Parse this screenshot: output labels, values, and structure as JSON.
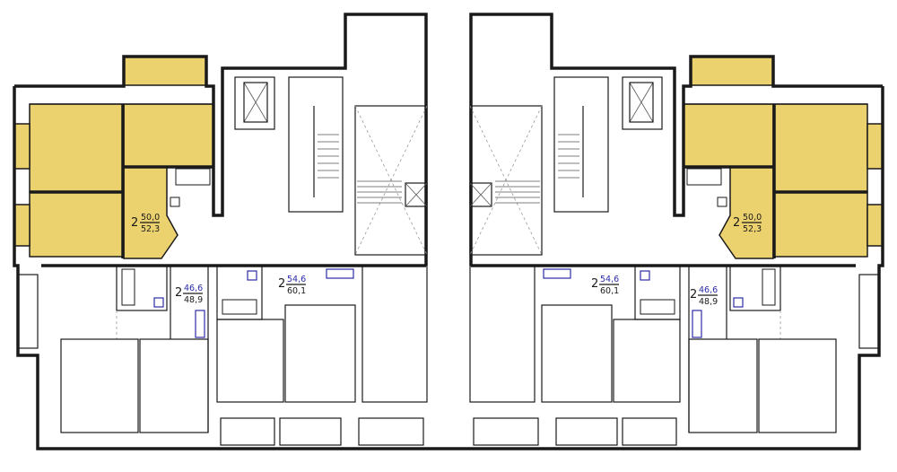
{
  "apartments": [
    {
      "id": "left-yellow",
      "rooms": "2",
      "area_top": "50,0",
      "area_bottom": "52,3",
      "color": "#ecd26e",
      "label_color": "#8a6a00"
    },
    {
      "id": "left-a",
      "rooms": "2",
      "area_top": "46,6",
      "area_bottom": "48,9",
      "color": "#2b2ba8",
      "label_color": "#2b2ba8"
    },
    {
      "id": "left-b",
      "rooms": "2",
      "area_top": "54,6",
      "area_bottom": "60,1",
      "color": "#2b2ba8",
      "label_color": "#2b2ba8"
    },
    {
      "id": "right-b",
      "rooms": "2",
      "area_top": "54,6",
      "area_bottom": "60,1",
      "color": "#2b2ba8",
      "label_color": "#2b2ba8"
    },
    {
      "id": "right-a",
      "rooms": "2",
      "area_top": "46,6",
      "area_bottom": "48,9",
      "color": "#2b2ba8",
      "label_color": "#2b2ba8"
    },
    {
      "id": "right-yellow",
      "rooms": "2",
      "area_top": "50,0",
      "area_bottom": "52,3",
      "color": "#ecd26e",
      "label_color": "#8a6a00"
    }
  ],
  "colors": {
    "highlight": "#ecd26e",
    "wall": "#1a1a1a",
    "accent": "#2b2ba8"
  }
}
